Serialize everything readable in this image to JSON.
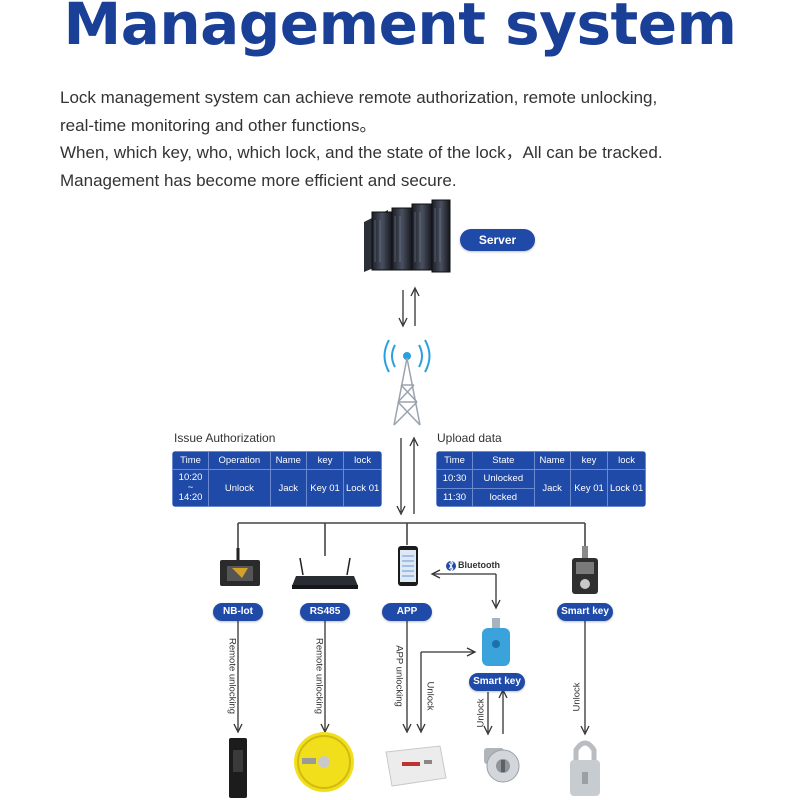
{
  "title": "Management system",
  "description": [
    "Lock management system can achieve remote authorization, remote unlocking,",
    "real-time monitoring and other functions。",
    "When, which key, who, which lock, and the state of the lock，All can be tracked.",
    "Management has become more efficient and secure."
  ],
  "server_label": "Server",
  "issue_table": {
    "caption": "Issue Authorization",
    "headers": [
      "Time",
      "Operation",
      "Name",
      "key",
      "lock"
    ],
    "time_start": "10:20",
    "time_sep": "~",
    "time_end": "14:20",
    "operation": "Unlock",
    "name": "Jack",
    "key": "Key 01",
    "lock": "Lock 01"
  },
  "upload_table": {
    "caption": "Upload data",
    "headers": [
      "Time",
      "State",
      "Name",
      "key",
      "lock"
    ],
    "rows": [
      {
        "time": "10:30",
        "state": "Unlocked"
      },
      {
        "time": "11:30",
        "state": "locked"
      }
    ],
    "name": "Jack",
    "key": "Key 01",
    "lock": "Lock 01"
  },
  "devices": {
    "nbiot": "NB-lot",
    "rs485": "RS485",
    "app": "APP",
    "smart_key_right": "Smart key",
    "smart_key_mid": "Smart key",
    "bluetooth": "Bluetooth"
  },
  "links": {
    "remote1": "Remote unlocking",
    "remote2": "Remote unlocking",
    "app_unlocking": "APP unlocking",
    "unlock1": "Unlock",
    "unlock2": "Unlock",
    "unlock3": "Unlock"
  }
}
